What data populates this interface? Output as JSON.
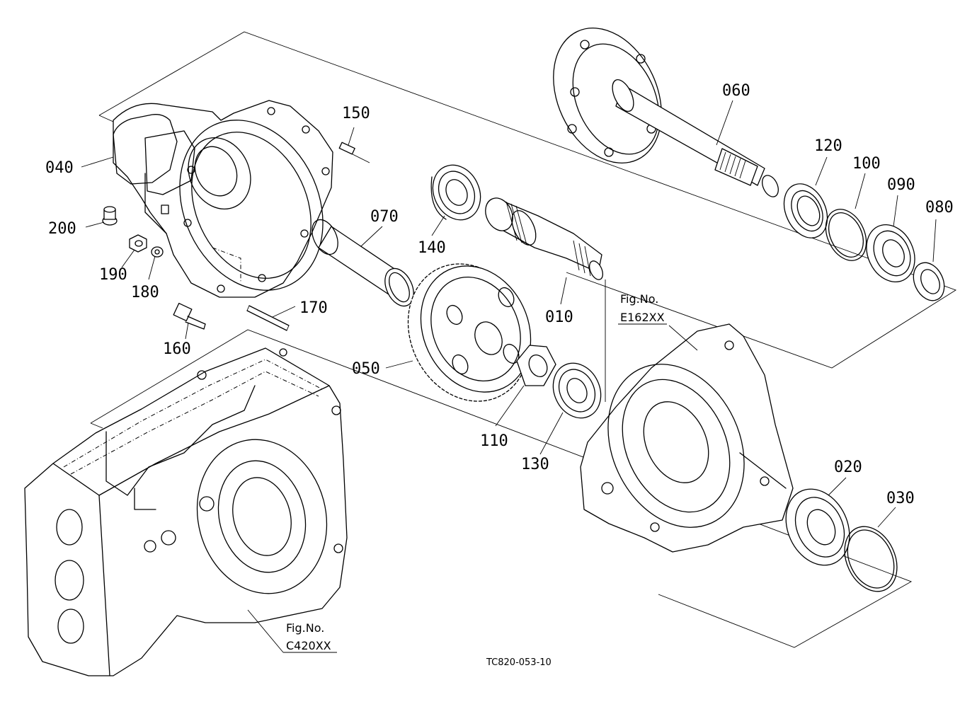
{
  "drawing_code": "TC820-053-10",
  "parts": [
    {
      "ref": "010"
    },
    {
      "ref": "020"
    },
    {
      "ref": "030"
    },
    {
      "ref": "040"
    },
    {
      "ref": "050"
    },
    {
      "ref": "060"
    },
    {
      "ref": "070"
    },
    {
      "ref": "080"
    },
    {
      "ref": "090"
    },
    {
      "ref": "100"
    },
    {
      "ref": "110"
    },
    {
      "ref": "120"
    },
    {
      "ref": "130"
    },
    {
      "ref": "140"
    },
    {
      "ref": "150"
    },
    {
      "ref": "160"
    },
    {
      "ref": "170"
    },
    {
      "ref": "180"
    },
    {
      "ref": "190"
    },
    {
      "ref": "200"
    }
  ],
  "fig_refs": [
    {
      "prefix": "Fig.No.",
      "code": "E162XX"
    },
    {
      "prefix": "Fig.No.",
      "code": "C420XX"
    }
  ]
}
